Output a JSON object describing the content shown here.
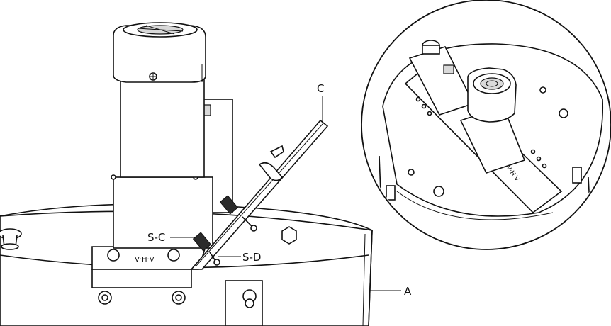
{
  "labels": {
    "a": "A",
    "c": "C",
    "sc": "S-C",
    "sd": "S-D"
  },
  "icons": [
    "motor-fan-cover",
    "barrel-lid",
    "dispenser-arm",
    "magnifier-circle"
  ],
  "colors": {
    "line": "#111111",
    "shade": "#d9d9d9",
    "dark": "#2b2b2b",
    "background": "#ffffff"
  }
}
